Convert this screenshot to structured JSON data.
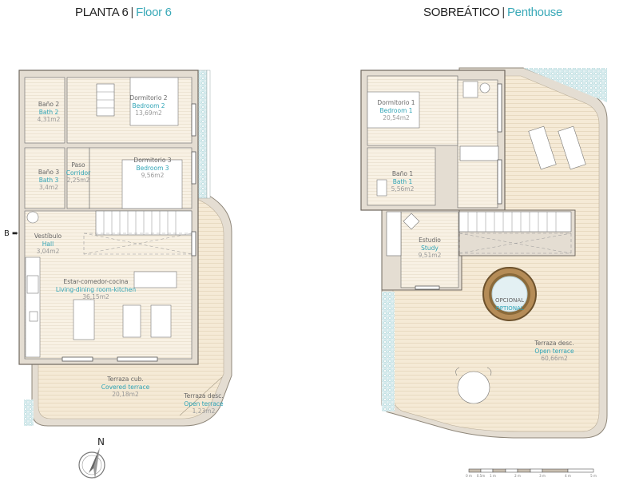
{
  "plans": [
    {
      "id": "floor6",
      "title_es": "PLANTA 6",
      "title_en": "Floor 6",
      "rooms": [
        {
          "es": "Baño 2",
          "en": "Bath 2",
          "area": "4,31m2"
        },
        {
          "es": "Dormitorio 2",
          "en": "Bedroom 2",
          "area": "13,69m2"
        },
        {
          "es": "Paso",
          "en": "Corridor",
          "area": "2,25m2"
        },
        {
          "es": "Baño 3",
          "en": "Bath 3",
          "area": "3,4m2"
        },
        {
          "es": "Dormitorio 3",
          "en": "Bedroom 3",
          "area": "9,56m2"
        },
        {
          "es": "Vestíbulo",
          "en": "Hall",
          "area": "3,04m2"
        },
        {
          "es": "Estar-comedor-cocina",
          "en": "Living-dining room-kitchen",
          "area": "36,15m2"
        },
        {
          "es": "Terraza cub.",
          "en": "Covered terrace",
          "area": "20,18m2"
        },
        {
          "es": "Terraza desc.",
          "en": "Open terrace",
          "area": "1,23m2"
        }
      ],
      "entry_marker": "B ➨"
    },
    {
      "id": "penthouse",
      "title_es": "SOBREÁTICO",
      "title_en": "Penthouse",
      "rooms": [
        {
          "es": "Dormitorio 1",
          "en": "Bedroom 1",
          "area": "20,54m2"
        },
        {
          "es": "Baño 1",
          "en": "Bath 1",
          "area": "5,56m2"
        },
        {
          "es": "Estudio",
          "en": "Study",
          "area": "9,51m2"
        },
        {
          "es": "OPCIONAL",
          "en": "OPTIONAL",
          "area": ""
        },
        {
          "es": "Terraza desc.",
          "en": "Open terrace",
          "area": "60,66m2"
        }
      ]
    }
  ],
  "compass": {
    "label": "N"
  },
  "scale_bar": {
    "labels": [
      "0 m",
      "0.5m",
      "1 m",
      "2 m",
      "3 m",
      "4 m",
      "5 m"
    ]
  },
  "colors": {
    "accent": "#3aa9b8",
    "floor": "#f6efe2",
    "wall": "#e4ddd2",
    "deck": "#f4ead7",
    "planter": "#cfe6e8",
    "hot_tub_rim": "#8a6a3a"
  }
}
